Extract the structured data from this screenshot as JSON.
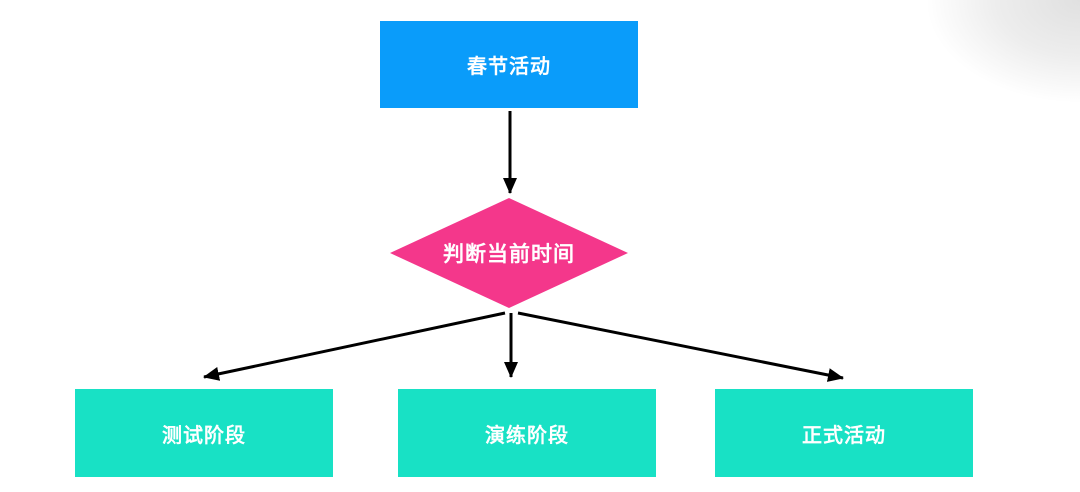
{
  "diagram": {
    "title": "spring-festival-activity-flowchart",
    "background_color": "#ffffff",
    "connector_color": "#000000",
    "nodes": {
      "start": {
        "label": "春节活动",
        "shape": "rectangle",
        "color": "#0a9cfa",
        "text_color": "#ffffff"
      },
      "decision": {
        "label": "判断当前时间",
        "shape": "diamond",
        "color": "#f4378b",
        "text_color": "#ffffff"
      },
      "branch_test": {
        "label": "测试阶段",
        "shape": "rectangle",
        "color": "#18e1c5",
        "text_color": "#ffffff"
      },
      "branch_drill": {
        "label": "演练阶段",
        "shape": "rectangle",
        "color": "#18e1c5",
        "text_color": "#ffffff"
      },
      "branch_live": {
        "label": "正式活动",
        "shape": "rectangle",
        "color": "#18e1c5",
        "text_color": "#ffffff"
      }
    },
    "edges": [
      {
        "from": "start",
        "to": "decision"
      },
      {
        "from": "decision",
        "to": "branch_test"
      },
      {
        "from": "decision",
        "to": "branch_drill"
      },
      {
        "from": "decision",
        "to": "branch_live"
      }
    ]
  }
}
